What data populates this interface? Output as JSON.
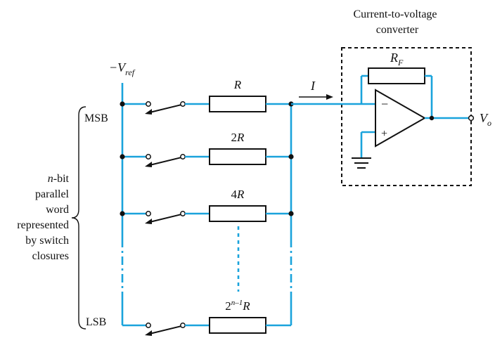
{
  "title": {
    "line1": "Current-to-voltage",
    "line2": "converter"
  },
  "labels": {
    "vref": "−V",
    "vref_sub": "ref",
    "msb": "MSB",
    "lsb": "LSB",
    "current": "I",
    "rf_main": "R",
    "rf_sub": "F",
    "vo_main": "V",
    "vo_sub": "o",
    "minus": "−",
    "plus": "+"
  },
  "resistors": [
    {
      "main": "R",
      "prefix": "",
      "sup": ""
    },
    {
      "main": "R",
      "prefix": "2",
      "sup": ""
    },
    {
      "main": "R",
      "prefix": "4",
      "sup": ""
    },
    {
      "main": "R",
      "prefix": "2",
      "sup": "n–1"
    }
  ],
  "word_label": {
    "line1_italic": "n",
    "line1_rest": "-bit",
    "line2": "parallel",
    "line3": "word",
    "line4": "represented",
    "line5": "by switch",
    "line6": "closures"
  },
  "colors": {
    "wire": "#1aa3dc",
    "component": "#111111"
  }
}
